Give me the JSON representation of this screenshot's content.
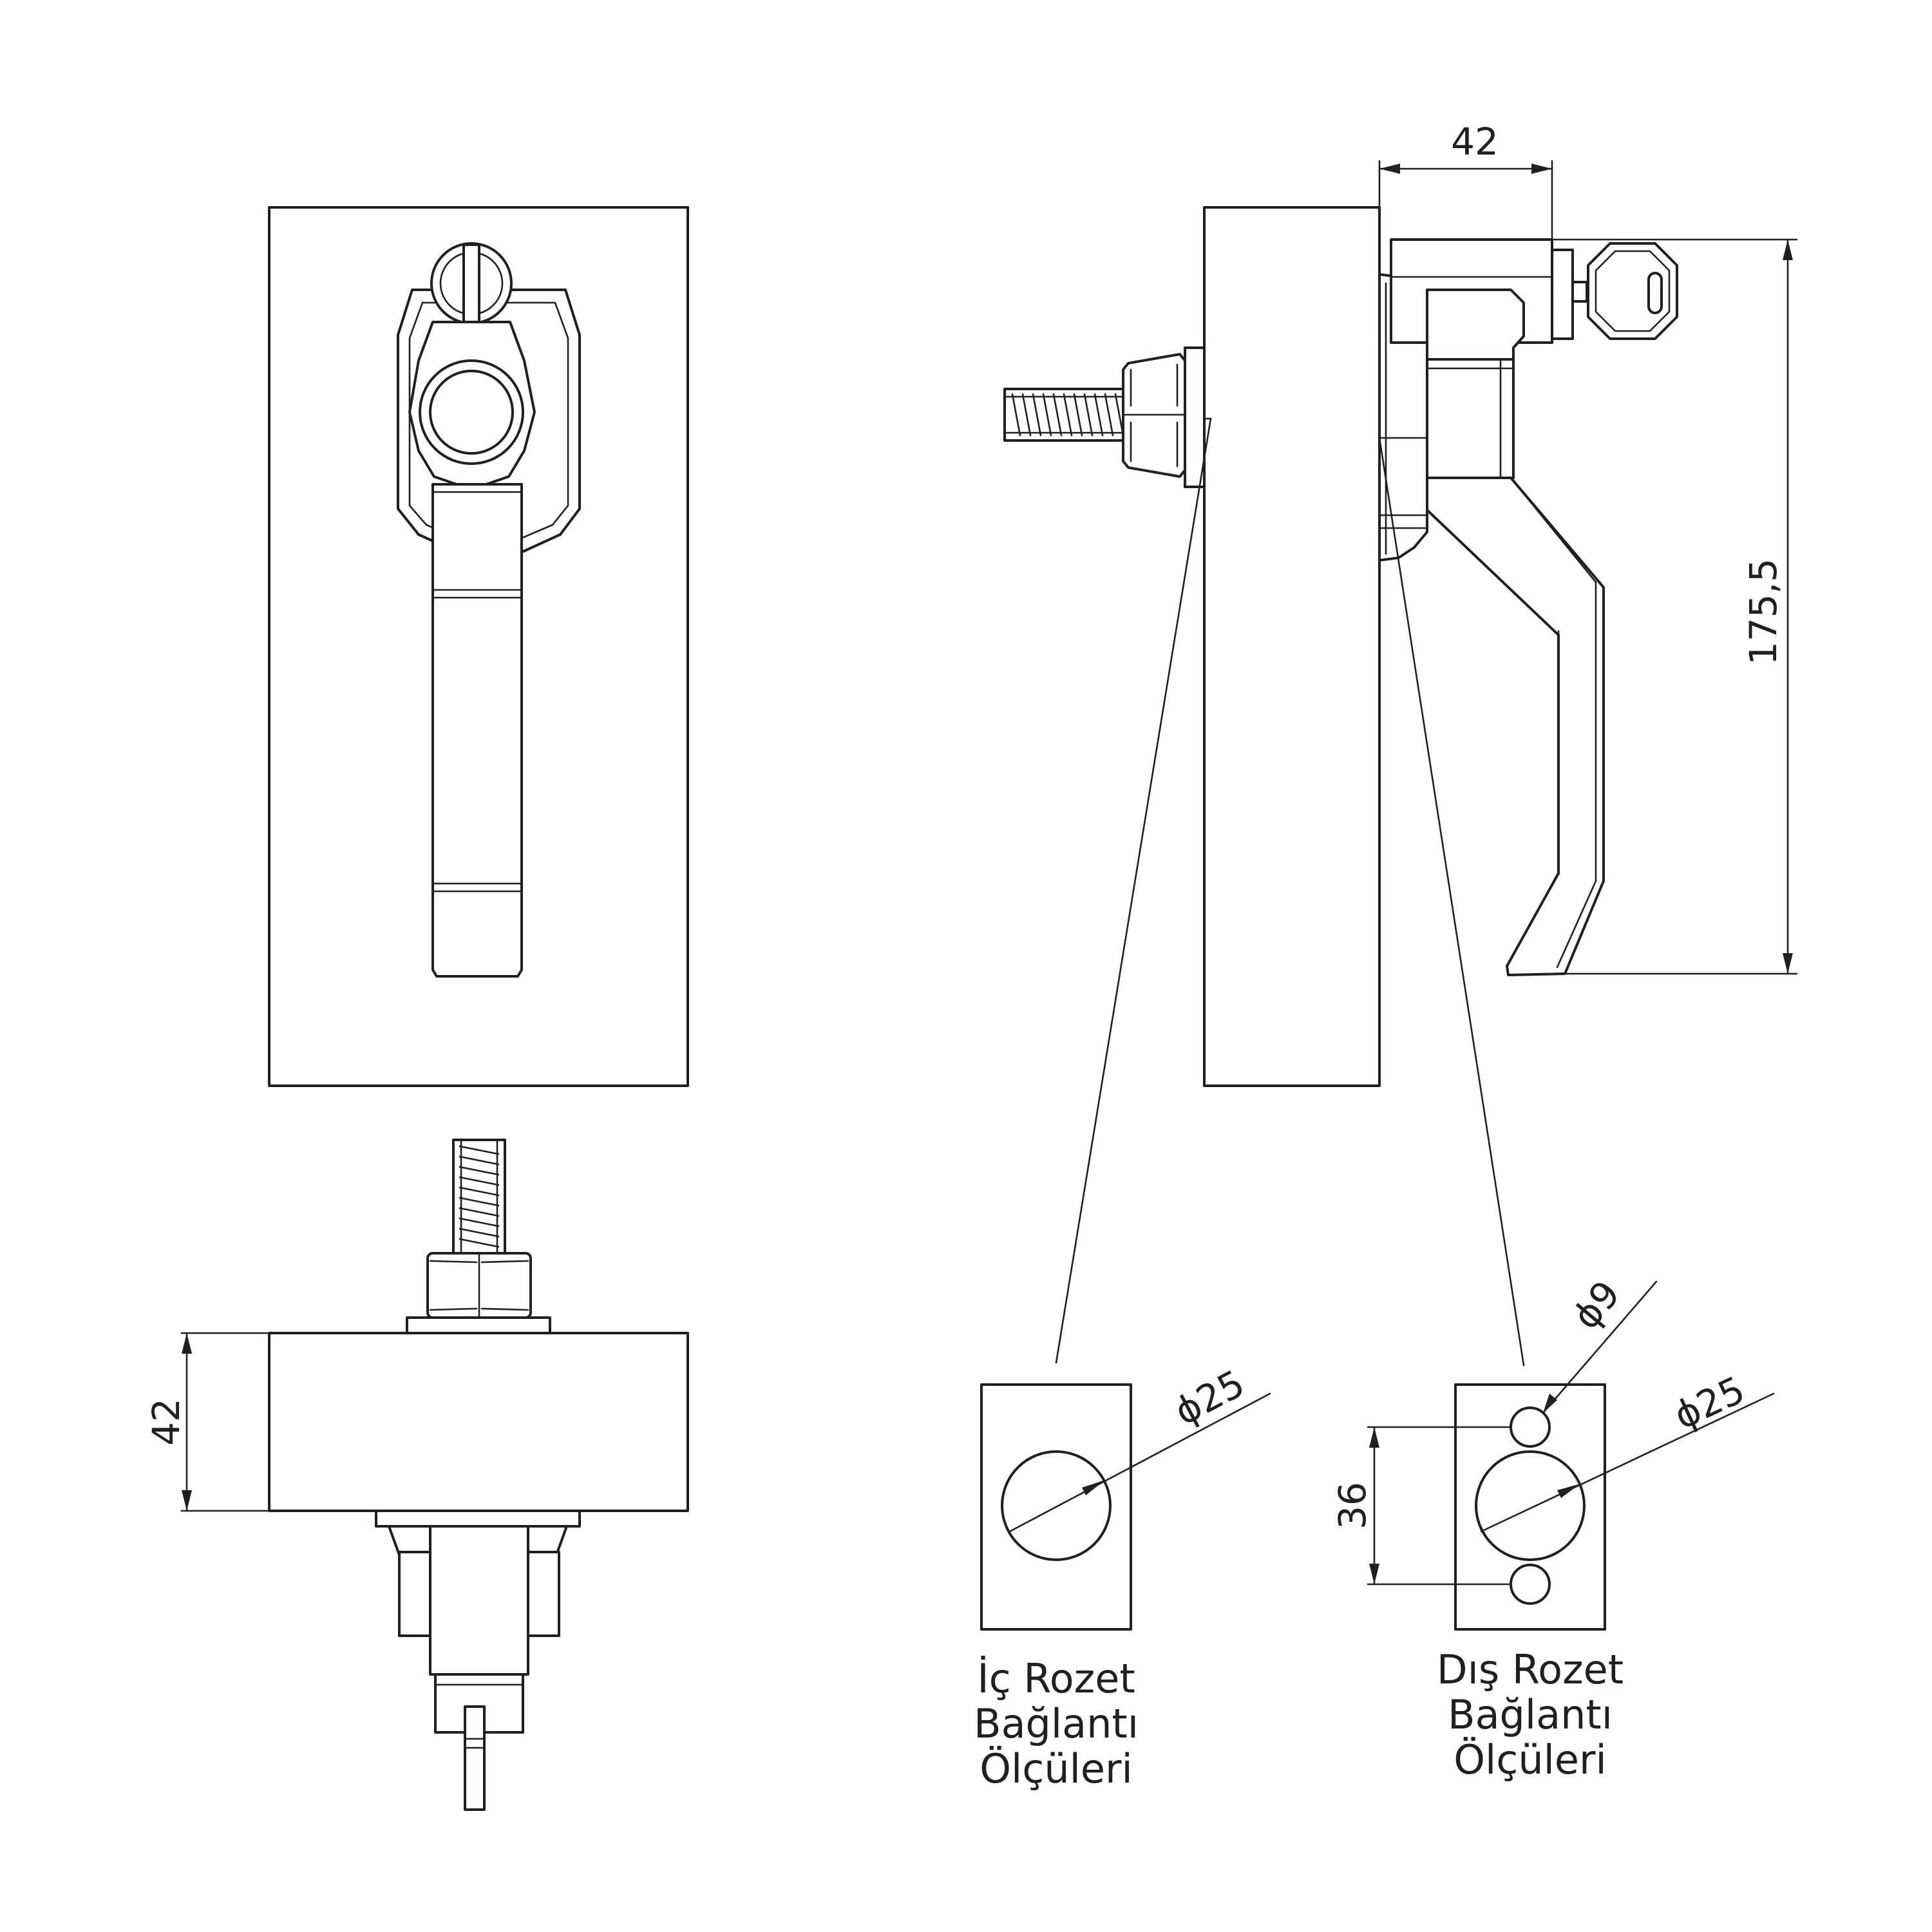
{
  "dimensions": {
    "side_depth": "42",
    "top_height": "42",
    "overall_height": "175,5",
    "inner_diameter": "25",
    "outer_diameter": "25",
    "outer_small_diameter": "9",
    "outer_hole_spacing": "36",
    "diameter_symbol": "ϕ"
  },
  "captions": {
    "inner": [
      "İç Rozet",
      "Bağlantı",
      "Ölçüleri"
    ],
    "outer": [
      "Dış Rozet",
      "Bağlantı",
      "Ölçüleri"
    ]
  }
}
